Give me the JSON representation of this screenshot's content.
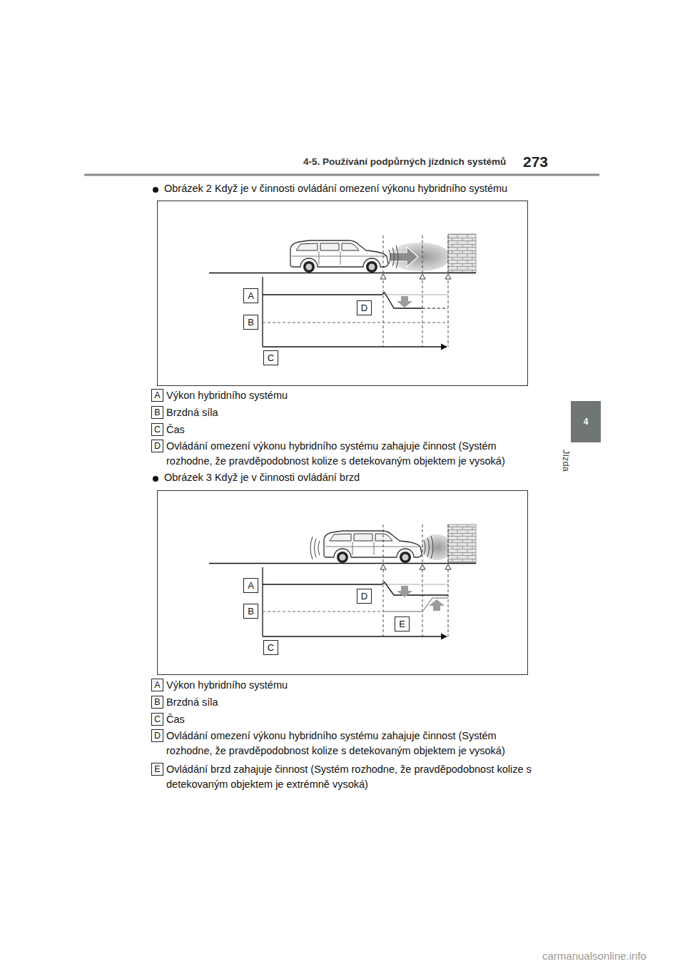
{
  "diagram": {
    "nodes": [
      {
        "text": [
          "4"
        ]
      },
      {
        "text": [
          "A"
        ]
      },
      {
        "text": [
          "D"
        ]
      },
      {
        "text": [
          "B"
        ]
      },
      {
        "text": [
          "C"
        ]
      },
      {
        "text": [
          "A",
          "Výkon hybridního systému"
        ]
      },
      {
        "text": [
          "B",
          "Brzdná síla"
        ]
      },
      {
        "text": [
          "C",
          "Čas"
        ]
      },
      {
        "text": [
          "D",
          "Ovládání omezení výkonu hybridního systému zahajuje činnost (Systém rozhodne, že pravděpodobnost kolize s detekovaným objektem je vysoká)"
        ]
      },
      {
        "text": [
          "A"
        ]
      },
      {
        "text": [
          "D"
        ]
      },
      {
        "text": [
          "B"
        ]
      },
      {
        "text": [
          "E"
        ]
      },
      {
        "text": [
          "C"
        ]
      },
      {
        "text": [
          "A",
          "Výkon hybridního systému"
        ]
      },
      {
        "text": [
          "B",
          "Brzdná síla"
        ]
      },
      {
        "text": [
          "C",
          "Čas"
        ]
      },
      {
        "text": [
          "D",
          "Ovládání omezení výkonu hybridního systému zahajuje činnost (Systém rozhodne, že pravděpodobnost kolize s detekovaným objektem je vysoká)"
        ]
      },
      {
        "text": [
          "E",
          "Ovládání brzd zahajuje činnost (Systém rozhodne, že pravděpodobnost kolize s detekovaným objektem je extrémně vysoká)"
        ]
      }
    ],
    "labels": [
      "4-5. Používání podpůrných jízdních systémů",
      "273",
      "Jízda",
      "Obrázek 2 Když je v činnosti ovládání omezení výkonu hybridního systému",
      "Obrázek 3 Když je v činnosti ovládání brzd",
      "carmanualsonline.info"
    ]
  }
}
